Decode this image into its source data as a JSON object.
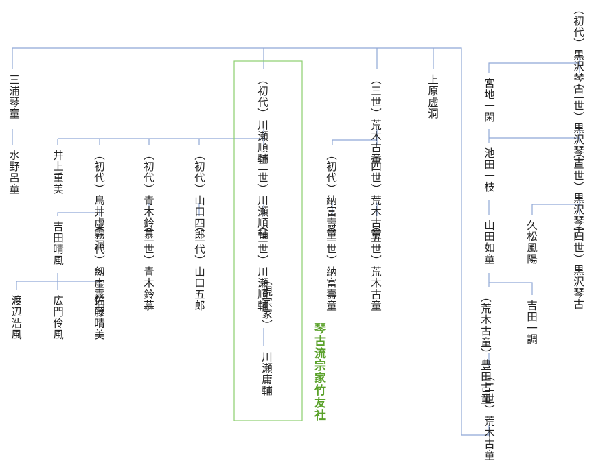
{
  "colors": {
    "line": "#8fa8d6",
    "box": "#8ccf6f",
    "title": "#5aa12a",
    "text": "#222222"
  },
  "title": "琴古流宗家竹友社",
  "nodes": {
    "kurosawa1": {
      "name": "黒沢琴古",
      "ann": "（初代）"
    },
    "kurosawa2": {
      "name": "黒沢琴古",
      "ann": "（二世）"
    },
    "kurosawa3": {
      "name": "黒沢琴古",
      "ann": "（三世）"
    },
    "kurosawa4": {
      "name": "黒沢琴古",
      "ann": "（四世）"
    },
    "miyaji": {
      "name": "宮地一閑"
    },
    "ikeda": {
      "name": "池田一枝"
    },
    "yamada": {
      "name": "山田如童"
    },
    "kumatsu": {
      "name": "久松風陽"
    },
    "yoshida_ichicho": {
      "name": "吉田一調"
    },
    "toyoda": {
      "name": "豊田古童",
      "ann": "（荒木古童）"
    },
    "araki2b": {
      "name": "荒木古童",
      "ann": "（二世）"
    },
    "miura": {
      "name": "三浦琴童"
    },
    "mizuno": {
      "name": "水野呂童"
    },
    "kawase1": {
      "name": "川瀬順輔",
      "ann": "（初代）"
    },
    "kawase2": {
      "name": "川瀬順輔",
      "ann": "（二世）"
    },
    "kawase3": {
      "name": "川瀬順輔",
      "ann": "（三世）",
      "ann2": "（現宗家）"
    },
    "kawase_yo": {
      "name": "川瀬庸輔"
    },
    "araki3": {
      "name": "荒木古童",
      "ann": "（三世）"
    },
    "araki4": {
      "name": "荒木古童",
      "ann": "（四世）"
    },
    "araki5": {
      "name": "荒木古童",
      "ann": "（五世）"
    },
    "kamihara": {
      "name": "上原虚洞"
    },
    "notomi1": {
      "name": "納富壽童",
      "ann": "（初代）"
    },
    "notomi2": {
      "name": "納富壽童",
      "ann": "（二世）"
    },
    "inoue": {
      "name": "井上重美"
    },
    "torii": {
      "name": "鳥井虚霧洞",
      "ann": "（初代）"
    },
    "ken": {
      "name": "劔虚霧洞",
      "ann": "（二代）"
    },
    "aoki1": {
      "name": "青木鈴慕",
      "ann": "（初代）"
    },
    "aoki2": {
      "name": "青木鈴慕",
      "ann": "（二世）"
    },
    "yamaguchi4": {
      "name": "山口四郎",
      "ann": "（初代）"
    },
    "yamaguchi5": {
      "name": "山口五郎",
      "ann": "（二代）"
    },
    "yoshida_seifu": {
      "name": "吉田晴風"
    },
    "watanabe": {
      "name": "渡辺浩風"
    },
    "hirokado": {
      "name": "広門伶風"
    },
    "sato": {
      "name": "佐藤晴美"
    }
  }
}
